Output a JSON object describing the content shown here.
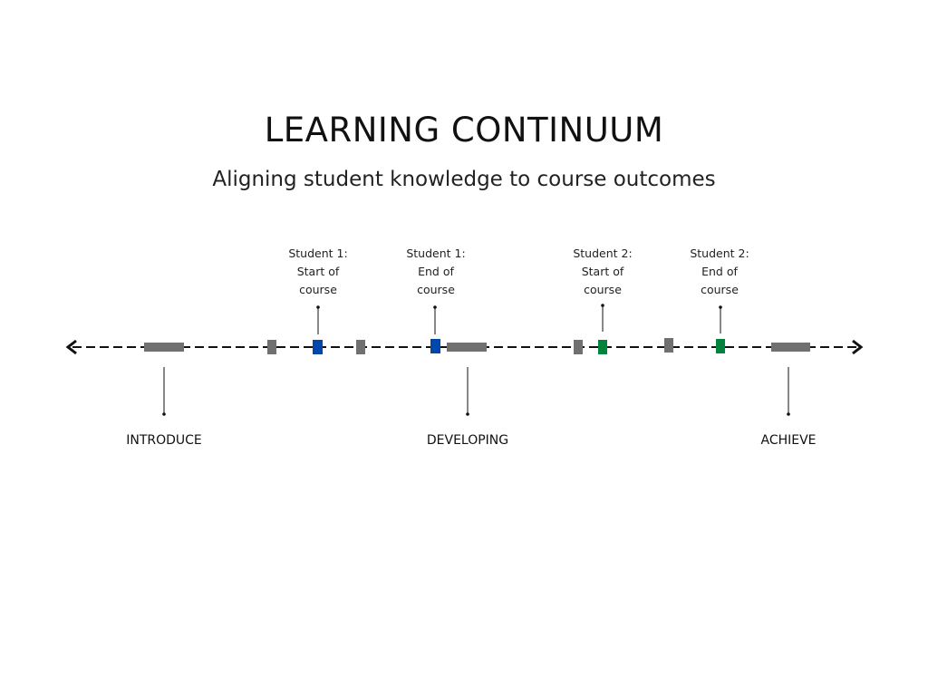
{
  "title": "LEARNING CONTINUUM",
  "subtitle": "Aligning student knowledge to course outcomes",
  "stages": [
    "INTRODUCE",
    "DEVELOPING",
    "ACHIEVE"
  ],
  "markers": [
    {
      "lines": [
        "Student 1:",
        "Start of",
        "course"
      ],
      "color": "#0047ab"
    },
    {
      "lines": [
        "Student 1:",
        "End of",
        "course"
      ],
      "color": "#0047ab"
    },
    {
      "lines": [
        "Student 2:",
        "Start of",
        "course"
      ],
      "color": "#00843d"
    },
    {
      "lines": [
        "Student 2:",
        "End of",
        "course"
      ],
      "color": "#00843d"
    }
  ],
  "colors": {
    "neutral": "#707070",
    "student1": "#0047ab",
    "student2": "#00843d"
  }
}
